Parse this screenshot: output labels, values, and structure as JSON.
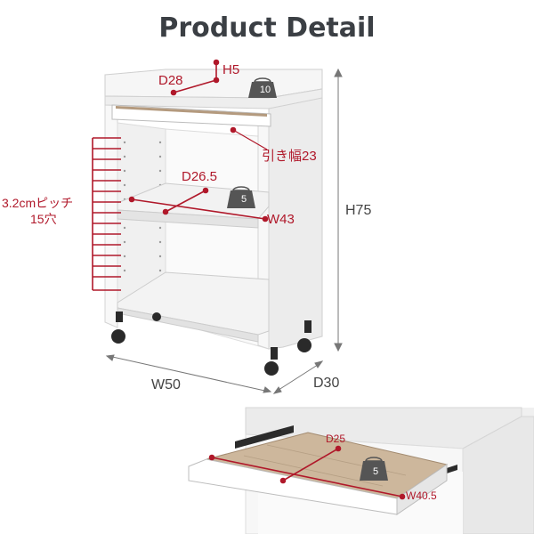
{
  "title": "Product Detail",
  "dimensions": {
    "h5": "H5",
    "d28": "D28",
    "pullout": "引き幅23",
    "d265": "D26.5",
    "w43": "W43",
    "pitch_line1": "3.2cmピッチ",
    "pitch_line2": "15穴",
    "h75": "H75",
    "w50": "W50",
    "d30": "D30",
    "d25": "D25",
    "w405": "W40.5"
  },
  "load_limits": {
    "top": "10",
    "shelf": "5",
    "tray": "5"
  },
  "colors": {
    "accent": "#b0182a",
    "title": "#3b3f44",
    "panel": "#f4f4f4",
    "wood": "#c9b49a"
  }
}
